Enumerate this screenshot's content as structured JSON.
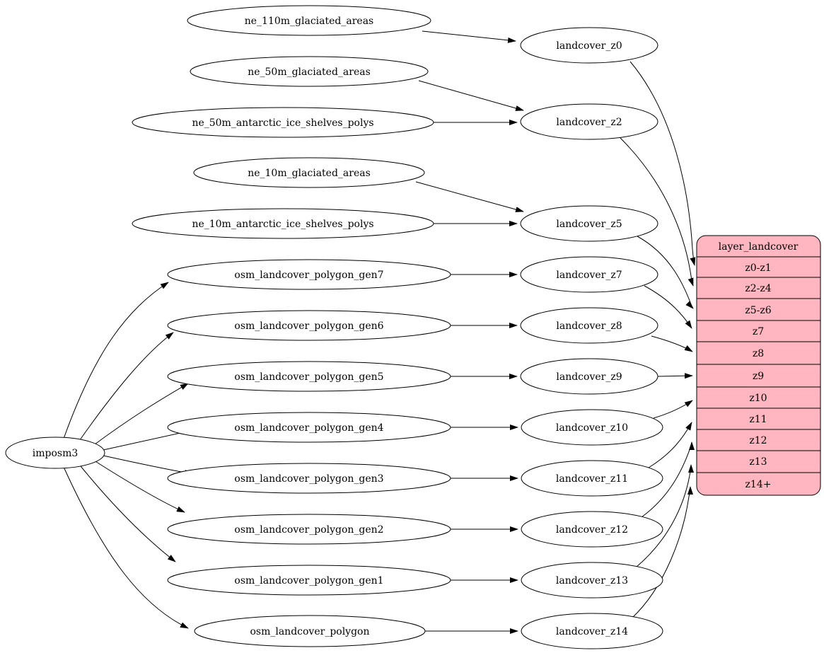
{
  "diagram": {
    "type": "graphviz-flow-diagram",
    "background": "#ffffff",
    "edge_color": "#000000",
    "node_fill": "#ffffff",
    "node_stroke": "#000000",
    "nodes": {
      "imposm3": "imposm3",
      "ne_110m_glaciated_areas": "ne_110m_glaciated_areas",
      "ne_50m_glaciated_areas": "ne_50m_glaciated_areas",
      "ne_50m_antarctic_ice_shelves_polys": "ne_50m_antarctic_ice_shelves_polys",
      "ne_10m_glaciated_areas": "ne_10m_glaciated_areas",
      "ne_10m_antarctic_ice_shelves_polys": "ne_10m_antarctic_ice_shelves_polys",
      "osm_landcover_polygon_gen7": "osm_landcover_polygon_gen7",
      "osm_landcover_polygon_gen6": "osm_landcover_polygon_gen6",
      "osm_landcover_polygon_gen5": "osm_landcover_polygon_gen5",
      "osm_landcover_polygon_gen4": "osm_landcover_polygon_gen4",
      "osm_landcover_polygon_gen3": "osm_landcover_polygon_gen3",
      "osm_landcover_polygon_gen2": "osm_landcover_polygon_gen2",
      "osm_landcover_polygon_gen1": "osm_landcover_polygon_gen1",
      "osm_landcover_polygon": "osm_landcover_polygon",
      "landcover_z0": "landcover_z0",
      "landcover_z2": "landcover_z2",
      "landcover_z5": "landcover_z5",
      "landcover_z7": "landcover_z7",
      "landcover_z8": "landcover_z8",
      "landcover_z9": "landcover_z9",
      "landcover_z10": "landcover_z10",
      "landcover_z11": "landcover_z11",
      "landcover_z12": "landcover_z12",
      "landcover_z13": "landcover_z13",
      "landcover_z14": "landcover_z14"
    },
    "table": {
      "title": "layer_landcover",
      "fill": "#ffb6c1",
      "stroke": "#000000",
      "rows": [
        "z0-z1",
        "z2-z4",
        "z5-z6",
        "z7",
        "z8",
        "z9",
        "z10",
        "z11",
        "z12",
        "z13",
        "z14+"
      ]
    },
    "edges": [
      {
        "from": "imposm3",
        "to": "osm_landcover_polygon_gen7"
      },
      {
        "from": "imposm3",
        "to": "osm_landcover_polygon_gen6"
      },
      {
        "from": "imposm3",
        "to": "osm_landcover_polygon_gen5"
      },
      {
        "from": "imposm3",
        "to": "osm_landcover_polygon_gen4"
      },
      {
        "from": "imposm3",
        "to": "osm_landcover_polygon_gen3"
      },
      {
        "from": "imposm3",
        "to": "osm_landcover_polygon_gen2"
      },
      {
        "from": "imposm3",
        "to": "osm_landcover_polygon_gen1"
      },
      {
        "from": "imposm3",
        "to": "osm_landcover_polygon"
      },
      {
        "from": "ne_110m_glaciated_areas",
        "to": "landcover_z0"
      },
      {
        "from": "ne_50m_glaciated_areas",
        "to": "landcover_z2"
      },
      {
        "from": "ne_50m_antarctic_ice_shelves_polys",
        "to": "landcover_z2"
      },
      {
        "from": "ne_10m_glaciated_areas",
        "to": "landcover_z5"
      },
      {
        "from": "ne_10m_antarctic_ice_shelves_polys",
        "to": "landcover_z5"
      },
      {
        "from": "osm_landcover_polygon_gen7",
        "to": "landcover_z7"
      },
      {
        "from": "osm_landcover_polygon_gen6",
        "to": "landcover_z8"
      },
      {
        "from": "osm_landcover_polygon_gen5",
        "to": "landcover_z9"
      },
      {
        "from": "osm_landcover_polygon_gen4",
        "to": "landcover_z10"
      },
      {
        "from": "osm_landcover_polygon_gen3",
        "to": "landcover_z11"
      },
      {
        "from": "osm_landcover_polygon_gen2",
        "to": "landcover_z12"
      },
      {
        "from": "osm_landcover_polygon_gen1",
        "to": "landcover_z13"
      },
      {
        "from": "osm_landcover_polygon",
        "to": "landcover_z14"
      },
      {
        "from": "landcover_z0",
        "to_row": "z0-z1"
      },
      {
        "from": "landcover_z2",
        "to_row": "z2-z4"
      },
      {
        "from": "landcover_z5",
        "to_row": "z5-z6"
      },
      {
        "from": "landcover_z7",
        "to_row": "z7"
      },
      {
        "from": "landcover_z8",
        "to_row": "z8"
      },
      {
        "from": "landcover_z9",
        "to_row": "z9"
      },
      {
        "from": "landcover_z10",
        "to_row": "z10"
      },
      {
        "from": "landcover_z11",
        "to_row": "z11"
      },
      {
        "from": "landcover_z12",
        "to_row": "z12"
      },
      {
        "from": "landcover_z13",
        "to_row": "z13"
      },
      {
        "from": "landcover_z14",
        "to_row": "z14+"
      }
    ]
  }
}
